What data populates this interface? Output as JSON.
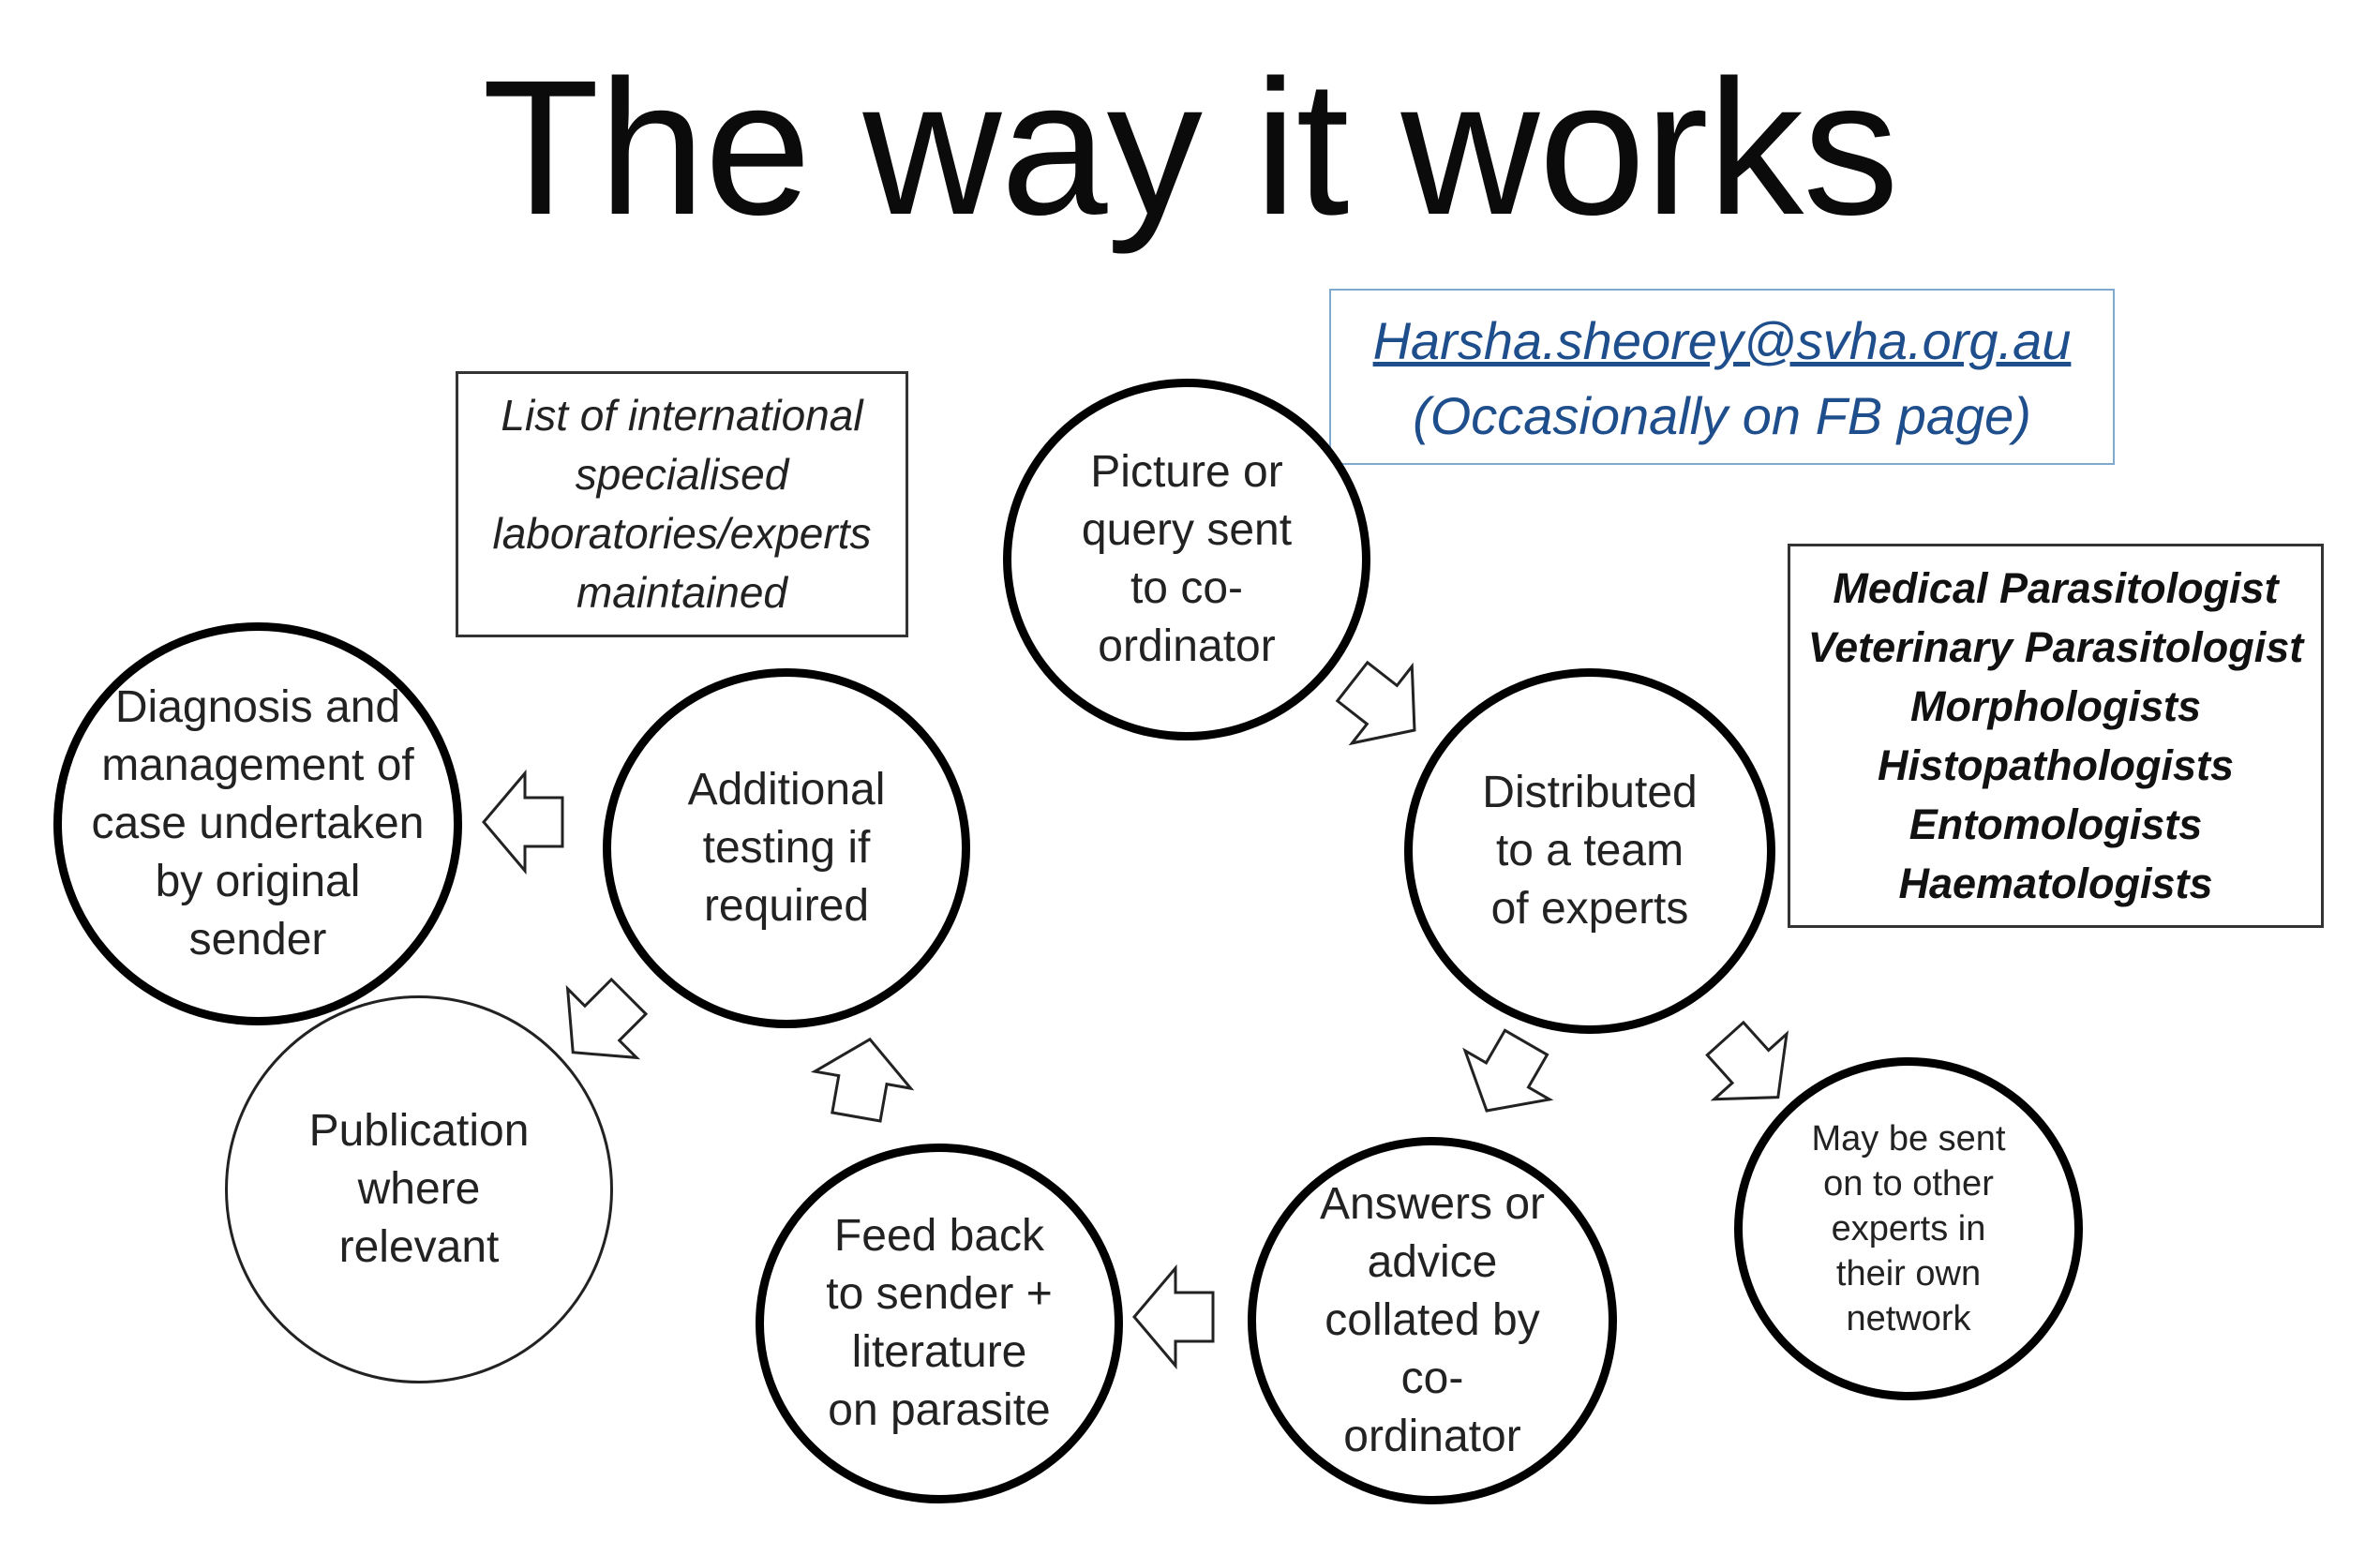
{
  "title": "The way it works",
  "contact": {
    "email": "Harsha.sheorey@svha.org.au",
    "note": "(Occasionally on FB page)"
  },
  "list_box": "List of international\nspecialised\nlaboratories/experts\nmaintained",
  "experts_box": "Medical Parasitologist\nVeterinary Parasitologist\nMorphologists\nHistopathologists\nEntomologists\nHaematologists",
  "steps": {
    "picture": "Picture or\nquery sent\nto co-\nordinator",
    "distributed": "Distributed\nto a team\nof experts",
    "network": "May be sent\non to other\nexperts in\ntheir own\nnetwork",
    "answers": "Answers or\nadvice\ncollated by\nco-\nordinator",
    "feedback": "Feed back\nto sender +\nliterature\non parasite",
    "additional": "Additional\ntesting if\nrequired",
    "diagnosis": "Diagnosis and\nmanagement of\ncase undertaken\nby original\nsender",
    "publication": "Publication\nwhere\nrelevant"
  }
}
